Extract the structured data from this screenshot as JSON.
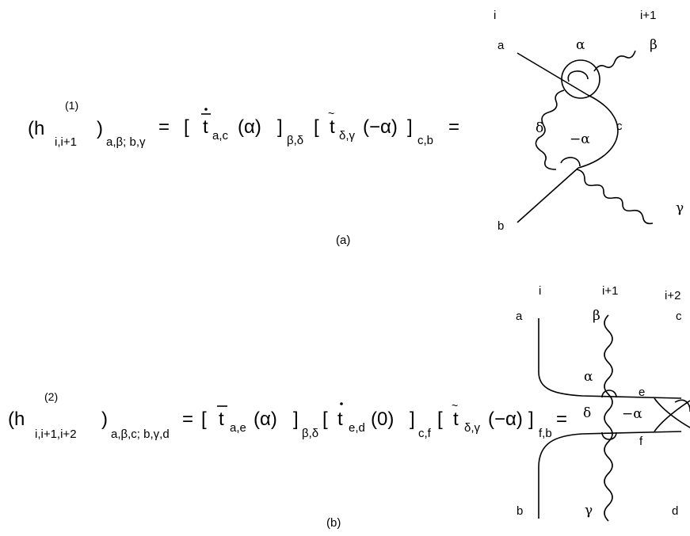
{
  "equation_a": {
    "lhs_main": "(h",
    "lhs_sup": "(1)",
    "lhs_sub": "i,i+1",
    "lhs_close": ")",
    "lhs_indices": "a,β; b,γ",
    "equals_1": "=",
    "bracket_open_1": "[",
    "t1_symbol": "t",
    "t1_sub": "a,c",
    "t1_arg": "(α)",
    "bracket_close_1": "]",
    "t1_outer_sub": "β,δ",
    "bracket_open_2": "[",
    "t2_symbol": "t",
    "t2_sub": "δ,γ",
    "t2_arg": "(−α)",
    "bracket_close_2": "]",
    "t2_outer_sub": "c,b",
    "equals_2": "="
  },
  "diagram_a": {
    "site_left": "i",
    "site_right": "i+1",
    "label_a": "a",
    "label_b": "b",
    "label_c": "c",
    "label_alpha": "α",
    "label_beta": "β",
    "label_gamma": "γ",
    "label_delta": "δ",
    "label_minus_alpha": "−α"
  },
  "caption_a": "(a)",
  "equation_b": {
    "lhs_main": "(h",
    "lhs_sup": "(2)",
    "lhs_sub": "i,i+1,i+2",
    "lhs_close": ")",
    "lhs_indices": "a,β,c; b,γ,d",
    "equals_1": "=",
    "bracket_open_1": "[",
    "t1_symbol": "t",
    "t1_sub": "a,e",
    "t1_arg": "(α)",
    "bracket_close_1": "]",
    "t1_outer_sub": "β,δ",
    "bracket_open_2": "[",
    "t2_symbol": "t",
    "t2_sub": "e,d",
    "t2_arg": "(0)",
    "bracket_close_2": "]",
    "t2_outer_sub": "c,f",
    "bracket_open_3": "[",
    "t3_symbol": "t",
    "t3_sub": "δ,γ",
    "t3_arg": "(−α)",
    "bracket_close_3": "]",
    "t3_outer_sub": "f,b",
    "equals_2": "="
  },
  "diagram_b": {
    "site_left": "i",
    "site_mid": "i+1",
    "site_right": "i+2",
    "label_a": "a",
    "label_b": "b",
    "label_c": "c",
    "label_d": "d",
    "label_e": "e",
    "label_f": "f",
    "label_alpha": "α",
    "label_beta": "β",
    "label_gamma": "γ",
    "label_delta": "δ",
    "label_minus_alpha": "−α"
  },
  "caption_b": "(b)"
}
